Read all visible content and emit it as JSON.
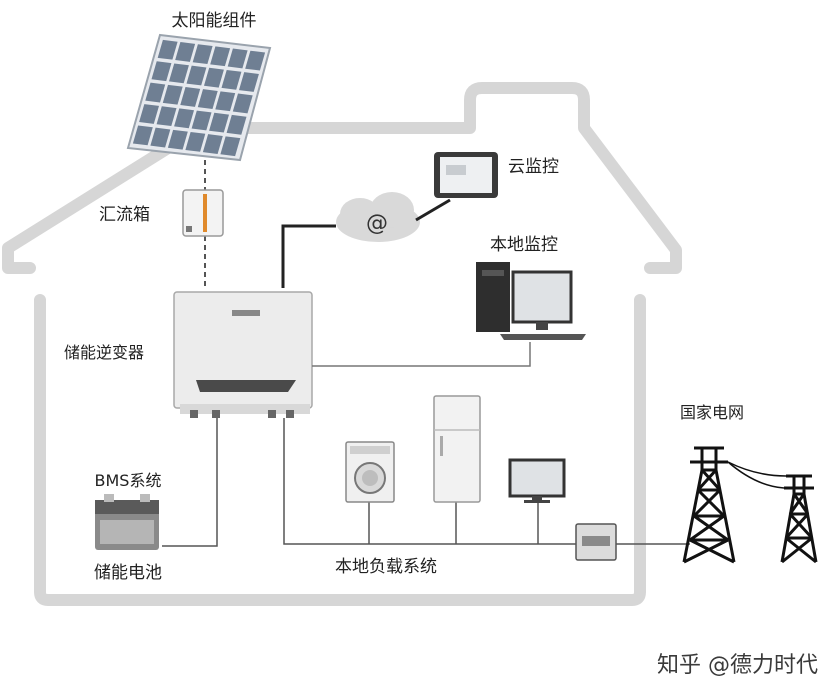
{
  "labels": {
    "solar_panel": "太阳能组件",
    "combiner_box": "汇流箱",
    "cloud_monitor": "云监控",
    "local_monitor": "本地监控",
    "inverter": "储能逆变器",
    "bms": "BMS系统",
    "battery": "储能电池",
    "load_system": "本地负载系统",
    "grid": "国家电网"
  },
  "cloud_symbol": "@",
  "watermark": "知乎 @德力时代",
  "colors": {
    "house_outline": "#d6d6d6",
    "wire": "#666666",
    "panel_cell": "#6f7f93",
    "tower": "#111111",
    "accent_orange": "#e08a2c"
  },
  "icons": [
    "solar-panel-icon",
    "combiner-box-icon",
    "tablet-icon",
    "cloud-icon",
    "desktop-computer-icon",
    "inverter-icon",
    "battery-icon",
    "washing-machine-icon",
    "refrigerator-icon",
    "tv-icon",
    "meter-box-icon",
    "power-tower-icon"
  ]
}
